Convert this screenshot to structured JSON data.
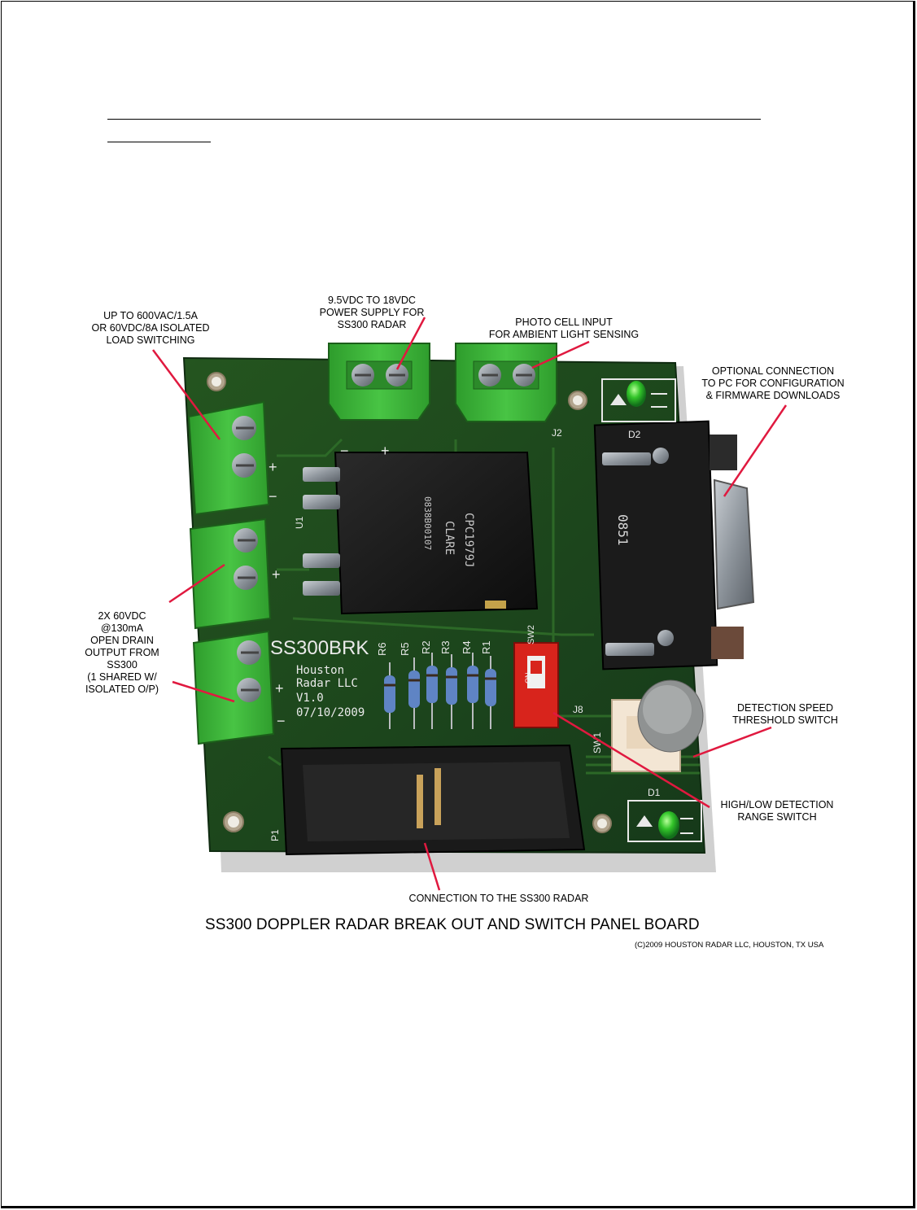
{
  "callouts": {
    "load_switching": "UP TO 600VAC/1.5A\nOR 60VDC/8A ISOLATED\nLOAD SWITCHING",
    "power_supply": "9.5VDC TO 18VDC\nPOWER SUPPLY FOR\nSS300 RADAR",
    "photo_cell": "PHOTO CELL INPUT\nFOR AMBIENT LIGHT SENSING",
    "pc_connection": "OPTIONAL CONNECTION\nTO PC FOR CONFIGURATION\n& FIRMWARE DOWNLOADS",
    "open_drain": "2X 60VDC\n@130mA\nOPEN DRAIN\nOUTPUT FROM\nSS300\n(1 SHARED W/\nISOLATED O/P)",
    "speed_threshold": "DETECTION SPEED\nTHRESHOLD SWITCH",
    "range_switch": "HIGH/LOW DETECTION\nRANGE SWITCH",
    "radar_connection": "CONNECTION TO THE SS300 RADAR"
  },
  "board": {
    "name": "SS300BRK",
    "maker_line1": "Houston",
    "maker_line2": "Radar LLC",
    "version": "V1.0",
    "date": "07/10/2009",
    "relay_part": "CPC1979J",
    "relay_brand": "CLARE",
    "relay_code": "0838B00107",
    "relay_ref": "U1",
    "db9_code": "0851",
    "resistors": [
      "R6",
      "R5",
      "R2",
      "R3",
      "R4",
      "R1"
    ],
    "labels": {
      "j2": "J2",
      "d2": "D2",
      "d1": "D1",
      "j8": "J8",
      "sw1": "SW1",
      "sw2": "SW2",
      "p1": "P1",
      "plus": "+",
      "minus": "−",
      "on": "ON"
    }
  },
  "caption": {
    "title": "SS300 DOPPLER RADAR BREAK OUT AND SWITCH PANEL BOARD",
    "copyright": "(C)2009 HOUSTON RADAR LLC, HOUSTON, TX USA"
  },
  "colors": {
    "pcb": "#1d4a1b",
    "pcb_dark": "#143512",
    "terminal_green": "#3db43a",
    "pointer_red": "#e0193f",
    "relay_black": "#1a1a1a",
    "dip_red": "#d8241c"
  }
}
